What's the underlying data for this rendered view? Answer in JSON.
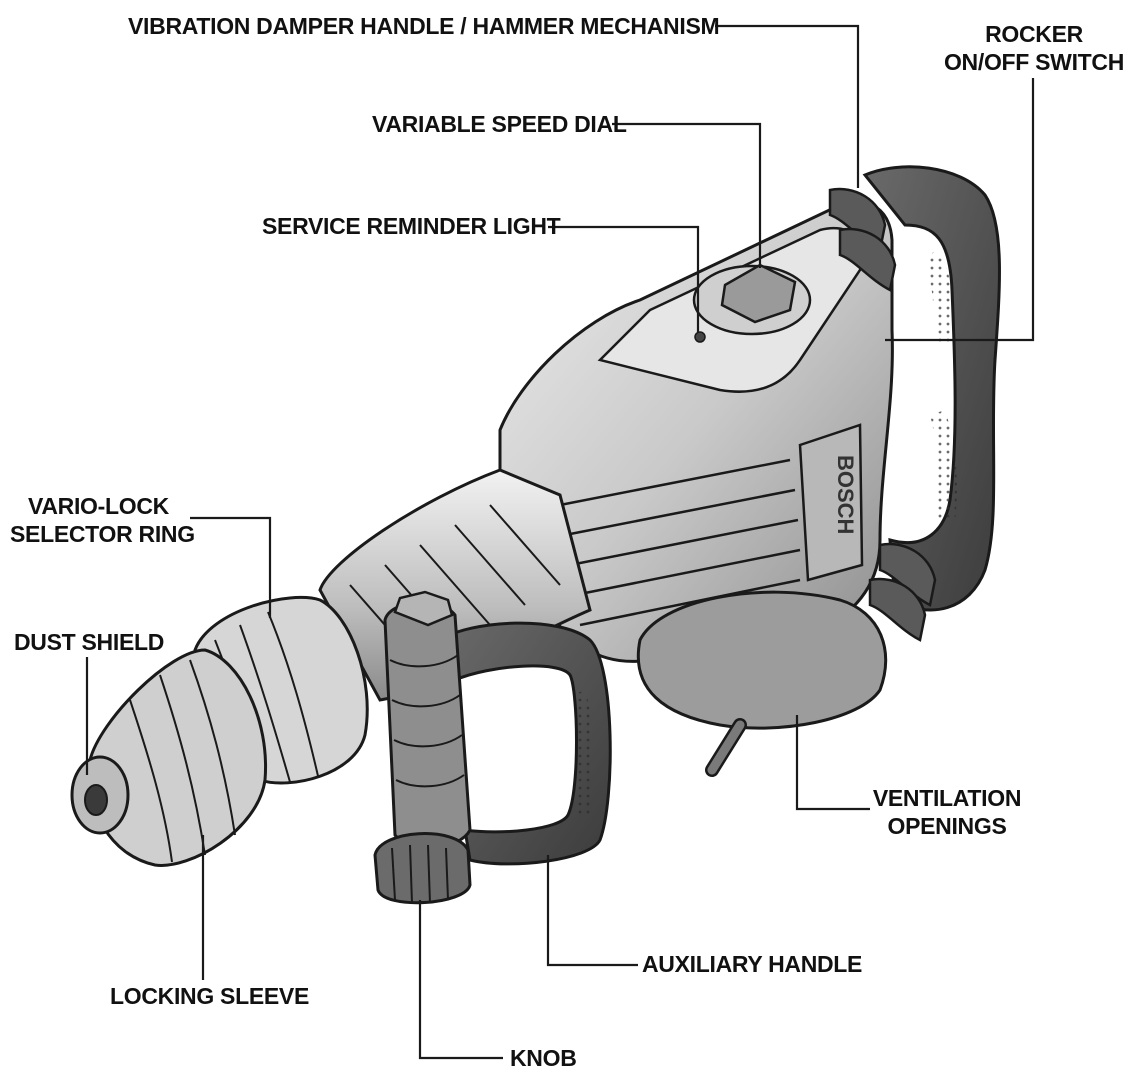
{
  "labels": {
    "vibration": "VIBRATION DAMPER HANDLE / HAMMER MECHANISM",
    "rocker_line1": "ROCKER",
    "rocker_line2": "ON/OFF SWITCH",
    "speed_dial": "VARIABLE SPEED DIAL",
    "service_light": "SERVICE REMINDER LIGHT",
    "vario_line1": "VARIO-LOCK",
    "vario_line2": "SELECTOR RING",
    "dust_shield": "DUST SHIELD",
    "ventilation_line1": "VENTILATION",
    "ventilation_line2": "OPENINGS",
    "aux_handle": "AUXILIARY HANDLE",
    "locking_sleeve": "LOCKING SLEEVE",
    "knob": "KNOB"
  },
  "brand_text": "BOSCH",
  "colors": {
    "body_light": "#d9d9d9",
    "body_mid": "#a8a8a8",
    "body_dark": "#5f5f5f",
    "grip_dark": "#4a4a4a",
    "outline": "#1a1a1a",
    "leader": "#1a1a1a"
  }
}
